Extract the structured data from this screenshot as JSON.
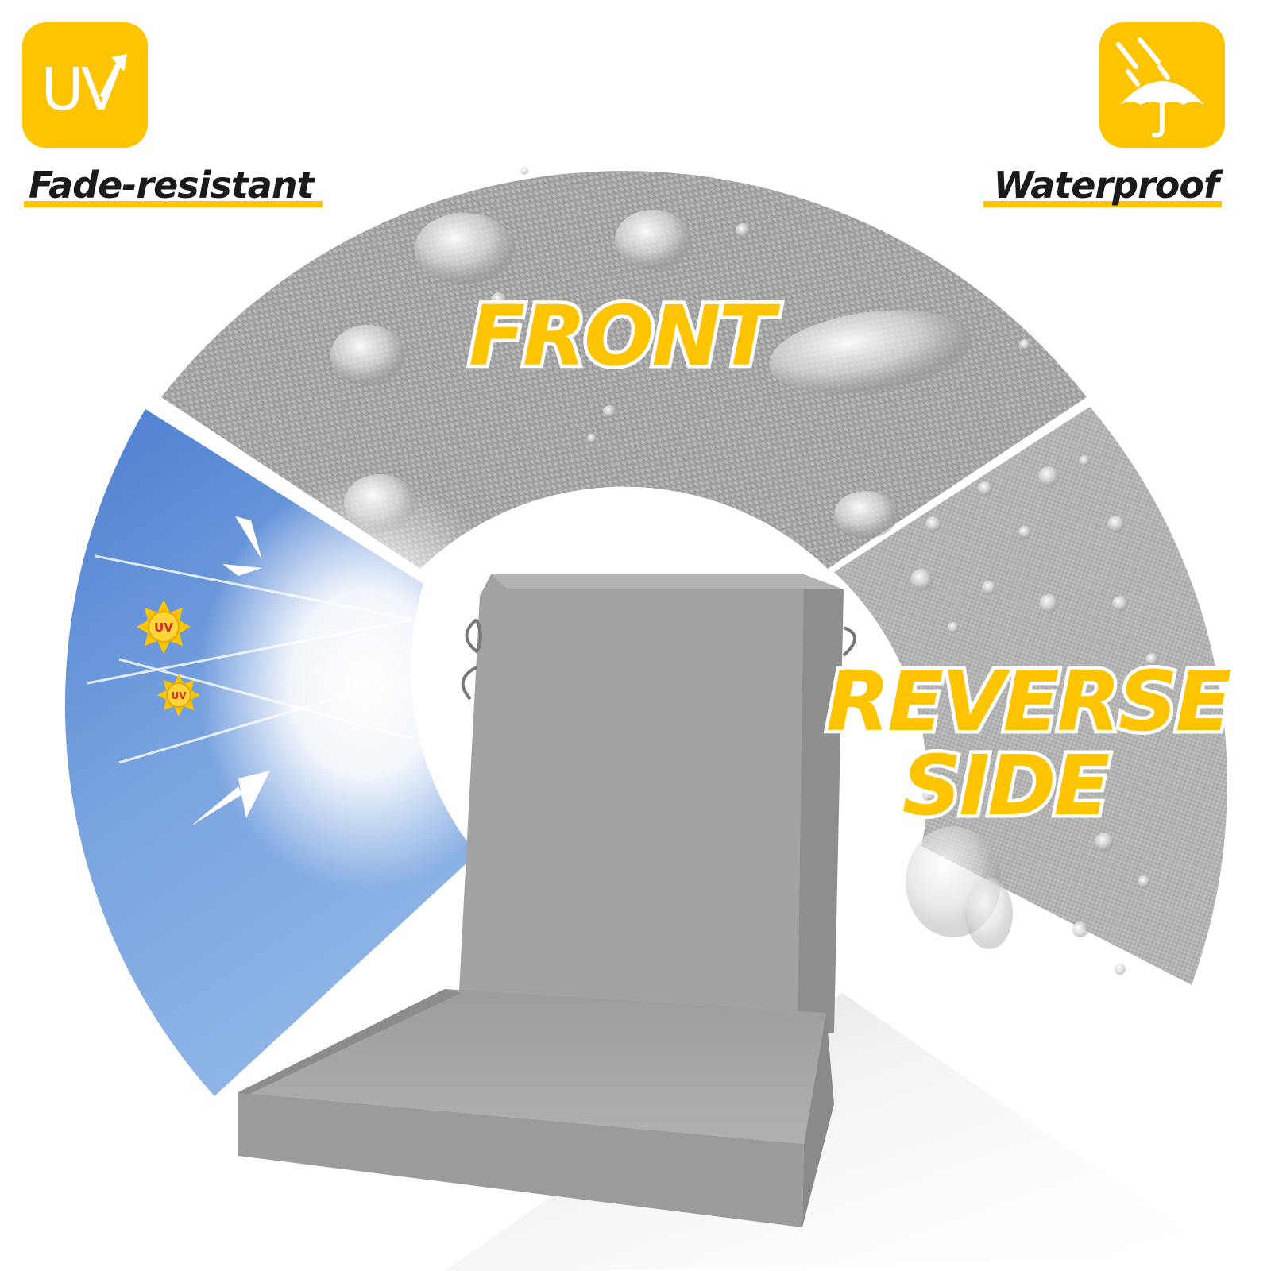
{
  "colors": {
    "accent_yellow": "#FFC400",
    "label_dark": "#1a1a1a",
    "fabric_front": "#a3a3a3",
    "fabric_reverse": "#b4b4b4",
    "sky_blue": "#5f8fd6",
    "cushion_gray": "#a2a2a2"
  },
  "features": {
    "uv": {
      "icon": "uv-arrow-icon",
      "badge_text": "UV",
      "label": "Fade-resistant"
    },
    "waterproof": {
      "icon": "umbrella-rain-icon",
      "label": "Waterproof"
    }
  },
  "panels": {
    "front_label": "FRONT",
    "reverse_line1": "REVERSE",
    "reverse_line2": "SIDE",
    "sun_badge_text": "UV"
  },
  "product": {
    "icon": "chair-cushion-icon"
  }
}
